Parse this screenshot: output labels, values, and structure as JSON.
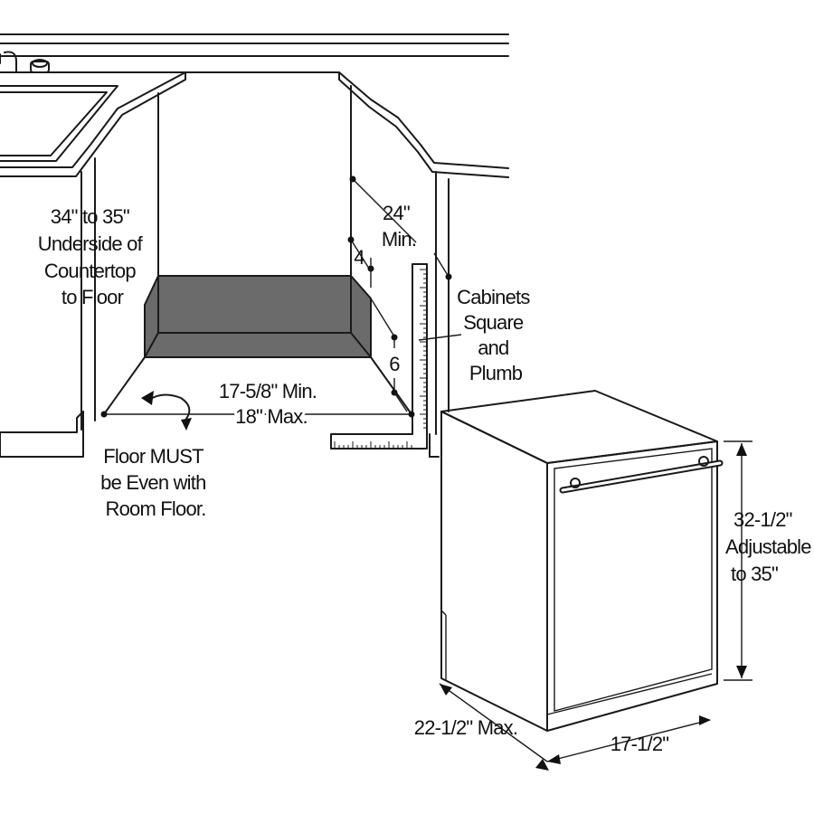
{
  "labels": {
    "countertop_height": [
      "34\" to 35\"",
      "Underside of",
      "Countertop",
      "to Floor"
    ],
    "opening_depth": "24\"",
    "opening_depth_min": "Min.",
    "dim_4": "4",
    "dim_6": "6",
    "cabinets": [
      "Cabinets",
      "Square",
      "and",
      "Plumb"
    ],
    "width_min": "17-5/8\" Min.",
    "width_max": "18\" Max.",
    "floor_note": [
      "Floor MUST",
      "be Even with",
      "Room Floor."
    ],
    "height_adjustable": [
      "32-1/2\"",
      "Adjustable",
      "to 35\""
    ],
    "depth_max": "22-1/2\" Max.",
    "unit_width": "17-1/2\""
  },
  "colors": {
    "line": "#1a1a1a",
    "floor_recess": "#6b6b6b",
    "background": "#ffffff"
  }
}
